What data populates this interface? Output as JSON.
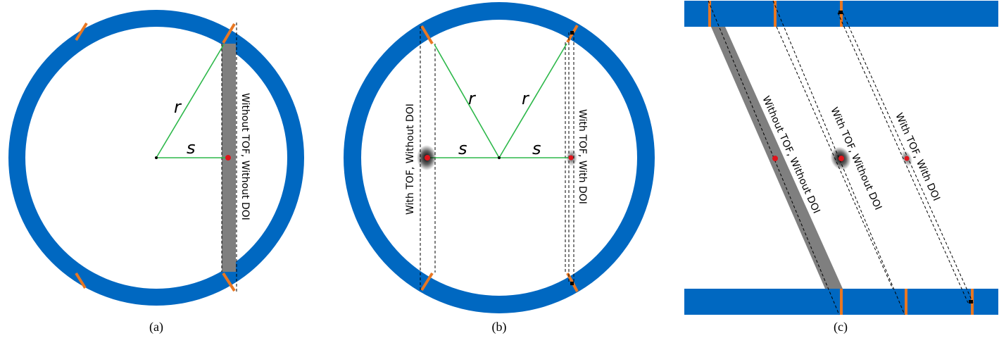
{
  "colors": {
    "detector": "#0068c1",
    "crystal_gap": "#e87722",
    "tube": "#7f7f7f",
    "green_line": "#2db84a",
    "point": "#e0141b"
  },
  "panel_a": {
    "caption": "(a)",
    "label_r": "r",
    "label_s": "s",
    "tube_label": "Without TOF, Without DOI"
  },
  "panel_b": {
    "caption": "(b)",
    "label_r_left": "r",
    "label_r_right": "r",
    "label_s_left": "s",
    "label_s_right": "s",
    "left_label": "With TOF, Without DOI",
    "right_label": "With TOF, With DOI"
  },
  "panel_c": {
    "caption": "(c)",
    "label_1": "Without TOF, Without DOI",
    "label_2": "With TOF, Without DOI",
    "label_3": "With TOF, With DOI"
  }
}
